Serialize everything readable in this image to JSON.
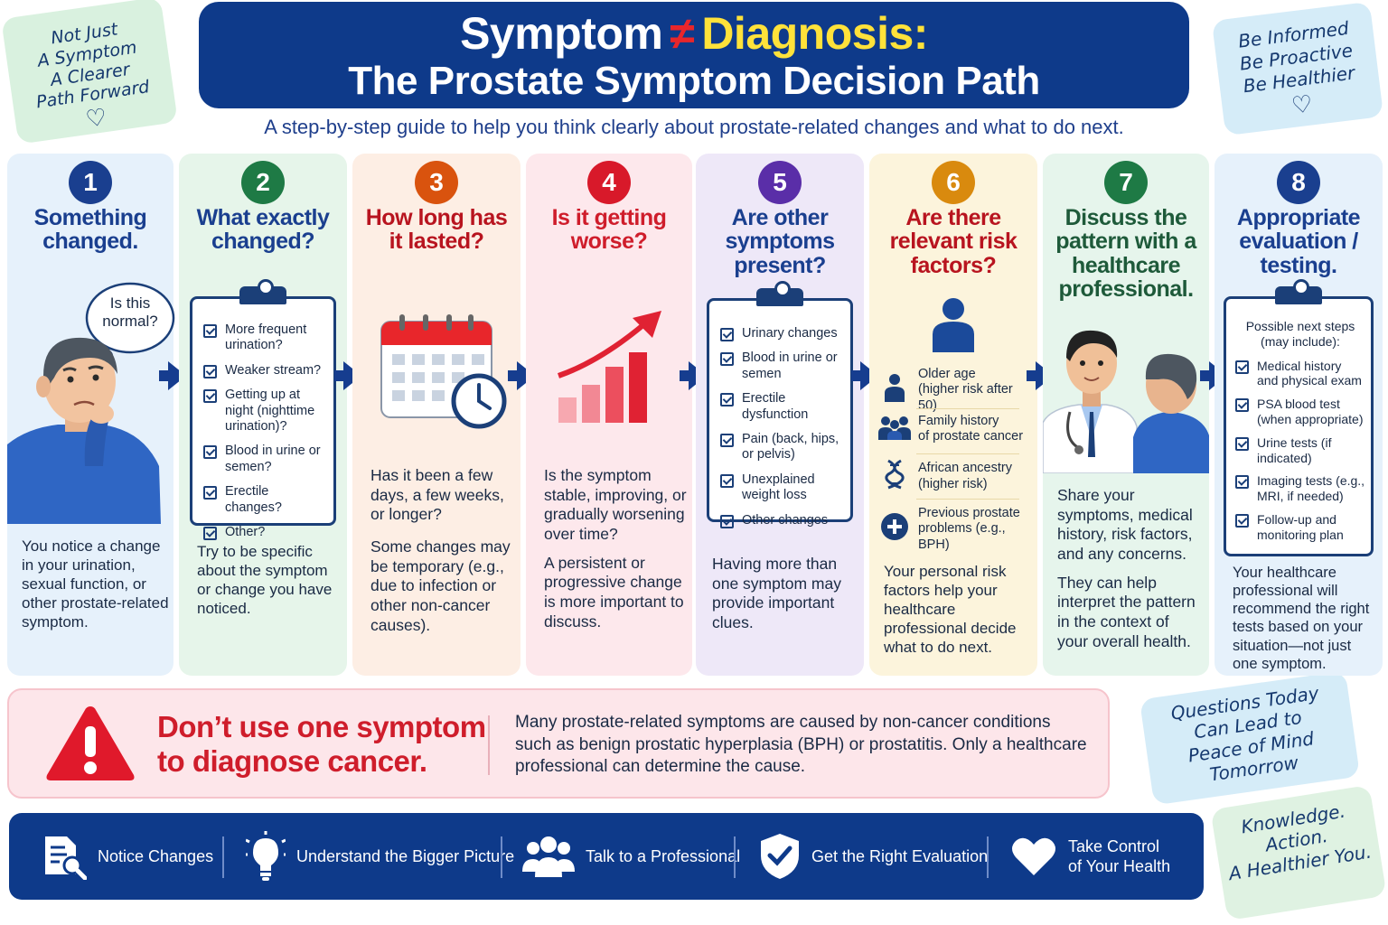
{
  "header": {
    "title_part1": "Symptom",
    "title_neq": "≠",
    "title_part2": "Diagnosis:",
    "title_line2": "The Prostate Symptom Decision Path",
    "subtitle": "A step-by-step guide to help you think clearly about prostate-related changes and what to do next."
  },
  "notes": {
    "top_left": [
      "Not Just",
      "A Symptom",
      "A Clearer",
      "Path Forward"
    ],
    "top_right": [
      "Be Informed",
      "Be Proactive",
      "Be Healthier"
    ],
    "mid_right": [
      "Questions Today",
      "Can Lead to",
      "Peace of Mind",
      "Tomorrow"
    ],
    "bottom_right": [
      "Knowledge.",
      "Action.",
      "A Healthier You."
    ]
  },
  "steps": [
    {
      "num": "1",
      "color": "#1a3f8f",
      "title": "Something changed.",
      "bubble": "Is this normal?",
      "text": [
        "You notice a change in your urination, sexual function, or other prostate-related symptom."
      ]
    },
    {
      "num": "2",
      "color": "#1e7a45",
      "title": "What exactly changed?",
      "checklist": [
        "More frequent urination?",
        "Weaker stream?",
        "Getting up at night (nighttime urination)?",
        "Blood in urine or semen?",
        "Erectile changes?",
        "Other?"
      ],
      "text": [
        "Try to be specific about the symptom or change you have noticed."
      ]
    },
    {
      "num": "3",
      "color": "#d9530e",
      "title": "How long has it lasted?",
      "text": [
        "Has it been a few days, a few weeks, or longer?",
        "Some changes may be temporary (e.g., due to infection or other non-cancer causes)."
      ]
    },
    {
      "num": "4",
      "color": "#d8192a",
      "title": "Is it getting worse?",
      "text": [
        "Is the symptom stable, improving, or gradually worsening over time?",
        "A persistent or progressive change is more important to discuss."
      ]
    },
    {
      "num": "5",
      "color": "#5a2ea8",
      "title": "Are other symptoms present?",
      "checklist": [
        "Urinary changes",
        "Blood in urine or semen",
        "Erectile dysfunction",
        "Pain (back, hips, or pelvis)",
        "Unexplained weight loss",
        "Other changes"
      ],
      "text": [
        "Having more than one symptom may provide important clues."
      ]
    },
    {
      "num": "6",
      "color": "#d98a0e",
      "title": "Are there relevant risk factors?",
      "risks": [
        {
          "line1": "Older age",
          "line2": "(higher risk after 50)",
          "icon": "person-icon"
        },
        {
          "line1": "Family history",
          "line2": "of prostate cancer",
          "icon": "family-icon"
        },
        {
          "line1": "African ancestry",
          "line2": "(higher risk)",
          "icon": "dna-icon"
        },
        {
          "line1": "Previous prostate",
          "line2": "problems (e.g., BPH)",
          "icon": "medical-cross-icon"
        }
      ],
      "text": [
        "Your personal risk factors help your healthcare professional decide what to do next."
      ]
    },
    {
      "num": "7",
      "color": "#1e7a45",
      "title": "Discuss the pattern with a healthcare professional.",
      "text": [
        "Share your symptoms, medical history, risk factors, and any concerns.",
        "They can help interpret the pattern in the context of your overall health."
      ]
    },
    {
      "num": "8",
      "color": "#1a3f8f",
      "title": "Appropriate evaluation / testing.",
      "clip_header": "Possible next steps (may include):",
      "checklist": [
        "Medical history and physical exam",
        "PSA blood test (when appropriate)",
        "Urine tests (if indicated)",
        "Imaging tests (e.g., MRI, if needed)",
        "Follow-up and monitoring plan"
      ],
      "text": [
        "Your healthcare professional will recommend the right tests based on your situation—not just one symptom."
      ]
    }
  ],
  "warning": {
    "title_line1": "Don’t use one symptom",
    "title_line2": "to diagnose cancer.",
    "text_line1": "Many prostate-related symptoms are caused by non-cancer conditions",
    "text_line2": "such as benign prostatic hyperplasia (BPH) or prostatitis. Only a healthcare",
    "text_line3": "professional can determine the cause."
  },
  "footer": [
    {
      "label": "Notice Changes",
      "icon": "document-search-icon"
    },
    {
      "label": "Understand the Bigger Picture",
      "icon": "lightbulb-icon"
    },
    {
      "label": "Talk to a Professional",
      "icon": "group-icon"
    },
    {
      "label": "Get the Right Evaluation",
      "icon": "shield-check-icon"
    },
    {
      "label_line1": "Take Control",
      "label_line2": "of Your Health",
      "icon": "heart-icon"
    }
  ],
  "colors": {
    "navy": "#0e3a8a",
    "title_yellow": "#ffe23a",
    "alert_red": "#cf1d2b"
  }
}
